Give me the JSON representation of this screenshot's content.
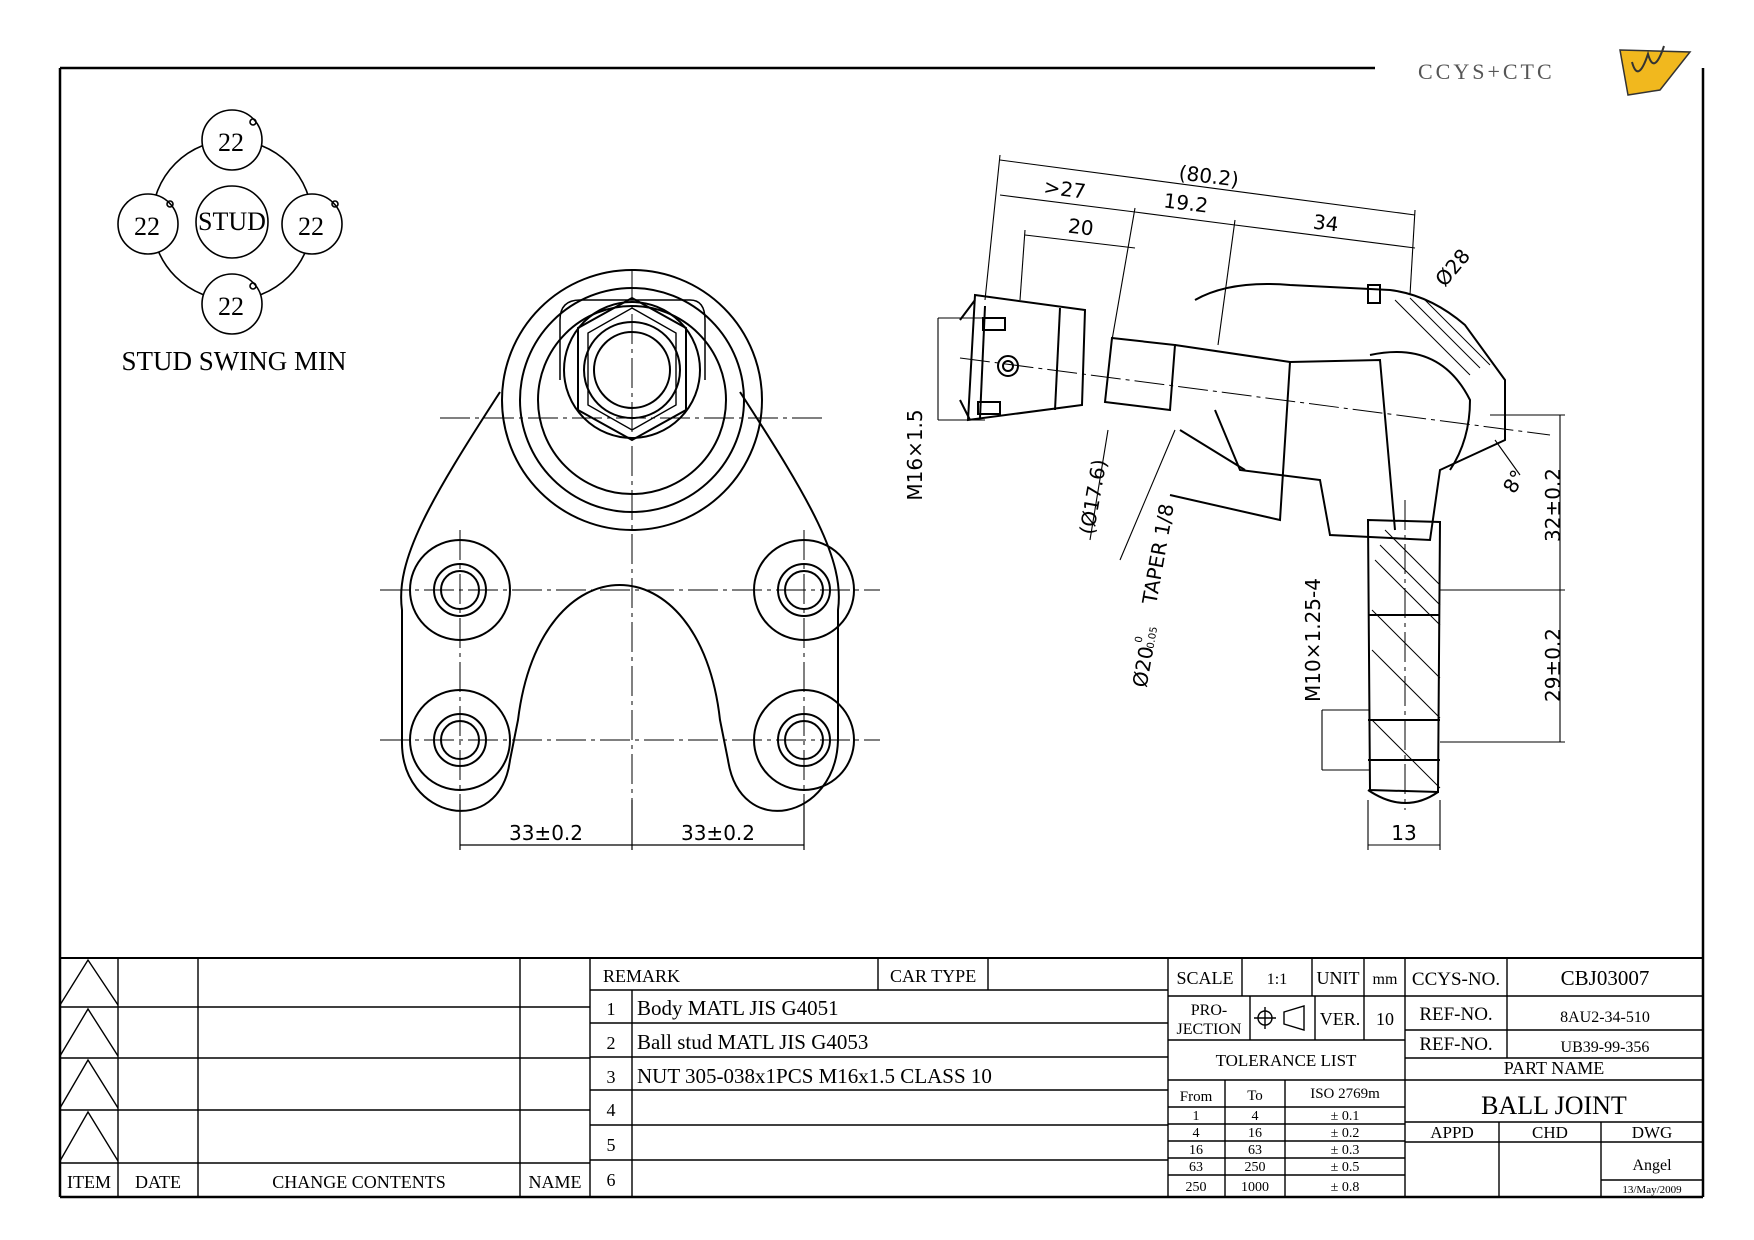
{
  "logo": {
    "text": "CCYS+CTC"
  },
  "swing": {
    "top": "22",
    "left": "22",
    "right": "22",
    "bottom": "22",
    "degree": "°",
    "center": "STUD",
    "caption": "STUD SWING MIN"
  },
  "front_view": {
    "dim_left": "33±0.2",
    "dim_right": "33±0.2"
  },
  "side_view": {
    "dim_total": "(80.2)",
    "dim_27": ">27",
    "dim_19": "19.2",
    "dim_34": "34",
    "dim_20": "20",
    "dim_d28": "Ø28",
    "dim_m16": "M16×1.5",
    "dim_d17": "(Ø17.6)",
    "dim_taper": "TAPER 1/8",
    "dim_d20": "Ø20",
    "dim_d20_tol_upper": "0",
    "dim_d20_tol_lower": "-0.05",
    "dim_8deg": "8°",
    "dim_32": "32±0.2",
    "dim_29": "29±0.2",
    "dim_m10": "M10×1.25-4",
    "dim_13": "13"
  },
  "revision_block": {
    "headers": [
      "ITEM",
      "DATE",
      "CHANGE CONTENTS",
      "NAME"
    ]
  },
  "remarks": {
    "remark_label": "REMARK",
    "car_type_label": "CAR TYPE",
    "car_type_value": "",
    "items": [
      {
        "no": "1",
        "text": "Body MATL JIS G4051"
      },
      {
        "no": "2",
        "text": "Ball stud MATL JIS G4053"
      },
      {
        "no": "3",
        "text": "NUT 305-038x1PCS M16x1.5 CLASS 10"
      },
      {
        "no": "4",
        "text": ""
      },
      {
        "no": "5",
        "text": ""
      },
      {
        "no": "6",
        "text": ""
      }
    ]
  },
  "scale_block": {
    "scale_label": "SCALE",
    "scale_value": "1:1",
    "unit_label": "UNIT",
    "unit_value": "mm",
    "projection_line1": "PRO-",
    "projection_line2": "JECTION",
    "ver_label": "VER.",
    "ver_value": "10"
  },
  "tolerance": {
    "title": "TOLERANCE LIST",
    "headers": [
      "From",
      "To",
      "ISO 2769m"
    ],
    "rows": [
      [
        "1",
        "4",
        "± 0.1"
      ],
      [
        "4",
        "16",
        "± 0.2"
      ],
      [
        "16",
        "63",
        "± 0.3"
      ],
      [
        "63",
        "250",
        "± 0.5"
      ],
      [
        "250",
        "1000",
        "± 0.8"
      ]
    ]
  },
  "title_block": {
    "ccys_label": "CCYS-NO.",
    "ccys_value": "CBJ03007",
    "ref_label": "REF-NO.",
    "ref1": "8AU2-34-510",
    "ref2": "UB39-99-356",
    "part_name_label": "PART NAME",
    "part_name": "BALL JOINT",
    "appd_label": "APPD",
    "chd_label": "CHD",
    "dwg_label": "DWG",
    "dwg_name": "Angel",
    "dwg_date": "13/May/2009"
  }
}
